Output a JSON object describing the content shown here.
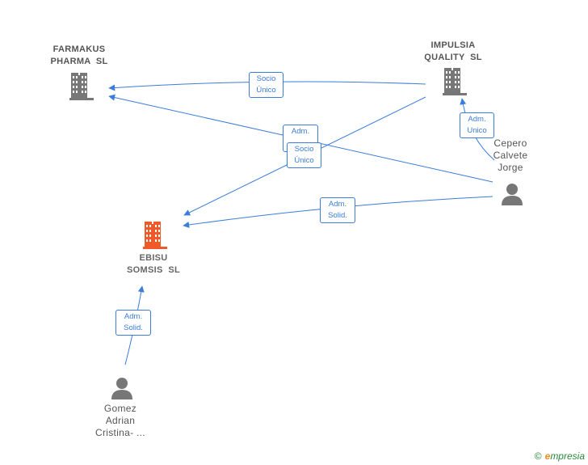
{
  "nodes": {
    "farmakus": {
      "lines": [
        "FARMAKUS",
        "PHARMA  SL"
      ]
    },
    "impulsia": {
      "lines": [
        "IMPULSIA",
        "QUALITY  SL"
      ]
    },
    "ebisu": {
      "lines": [
        "EBISU",
        "SOMSIS  SL"
      ]
    },
    "cepero": {
      "lines": [
        "Cepero",
        "Calvete",
        "Jorge"
      ]
    },
    "gomez": {
      "lines": [
        "Gomez",
        "Adrian",
        "Cristina- ..."
      ]
    }
  },
  "relations": {
    "impulsia_farmakus": [
      "Socio",
      "Único"
    ],
    "cepero_farmakus": [
      "Adm."
    ],
    "impulsia_ebisu": [
      "Socio",
      "Único"
    ],
    "cepero_impulsia": [
      "Adm.",
      "Unico"
    ],
    "cepero_ebisu": [
      "Adm.",
      "Solid."
    ],
    "gomez_ebisu": [
      "Adm.",
      "Solid."
    ]
  },
  "colors": {
    "edge": "#3b7dd8",
    "company": "#777777",
    "company_main": "#f05a28",
    "person": "#777777"
  },
  "footer": {
    "copyright": "©",
    "brand_initial": "e",
    "brand_rest": "mpresia"
  }
}
